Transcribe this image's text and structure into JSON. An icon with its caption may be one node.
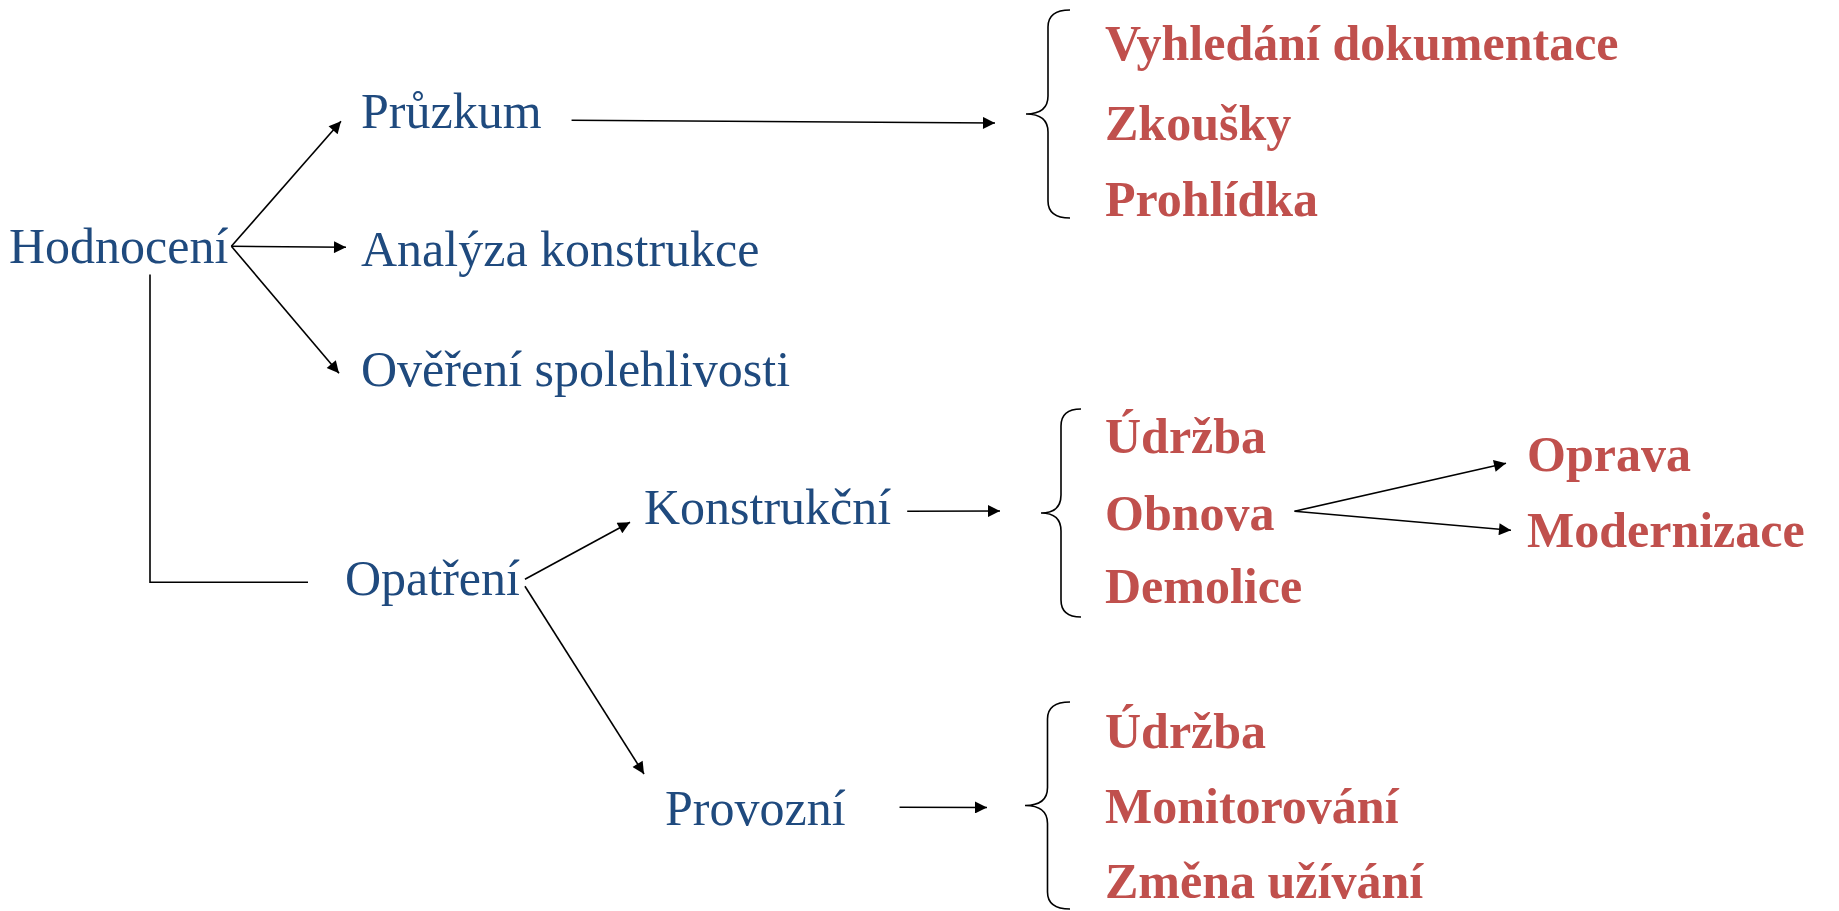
{
  "diagram": {
    "nodes": [
      {
        "text": [
          "Hodnocení"
        ]
      },
      {
        "text": [
          "Průzkum"
        ]
      },
      {
        "text": [
          "Analýza konstrukce"
        ]
      },
      {
        "text": [
          "Ověření spolehlivosti"
        ]
      },
      {
        "text": [
          "Opatření"
        ]
      },
      {
        "text": [
          "Konstrukční"
        ]
      },
      {
        "text": [
          "Provozní"
        ]
      },
      {
        "text": [],
        "shape": "brace"
      },
      {
        "text": [
          "Vyhledání dokumentace"
        ],
        "in": 7
      },
      {
        "text": [
          "Zkoušky"
        ],
        "in": 7
      },
      {
        "text": [
          "Prohlídka"
        ],
        "in": 7
      },
      {
        "text": [],
        "shape": "brace"
      },
      {
        "text": [
          "Údržba"
        ],
        "in": 11
      },
      {
        "text": [
          "Obnova"
        ],
        "in": 11
      },
      {
        "text": [
          "Demolice"
        ],
        "in": 11
      },
      {
        "text": [
          "Oprava"
        ]
      },
      {
        "text": [
          "Modernizace"
        ]
      },
      {
        "text": [],
        "shape": "brace"
      },
      {
        "text": [
          "Údržba"
        ],
        "in": 17
      },
      {
        "text": [
          "Monitorování"
        ],
        "in": 17
      },
      {
        "text": [
          "Změna užívání"
        ],
        "in": 17
      }
    ],
    "edges": [
      {
        "from": 0,
        "to": 1,
        "arrow": "to"
      },
      {
        "from": 0,
        "to": 2,
        "arrow": "to"
      },
      {
        "from": 0,
        "to": 3,
        "arrow": "to"
      },
      {
        "from": 0,
        "to": 4,
        "arrow": "none"
      },
      {
        "from": 1,
        "to": 7,
        "arrow": "to"
      },
      {
        "from": 4,
        "to": 5,
        "arrow": "to"
      },
      {
        "from": 4,
        "to": 6,
        "arrow": "to"
      },
      {
        "from": 5,
        "to": 11,
        "arrow": "to"
      },
      {
        "from": 6,
        "to": 17,
        "arrow": "to"
      },
      {
        "from": 13,
        "to": 15,
        "arrow": "to"
      },
      {
        "from": 13,
        "to": 16,
        "arrow": "to"
      }
    ]
  }
}
